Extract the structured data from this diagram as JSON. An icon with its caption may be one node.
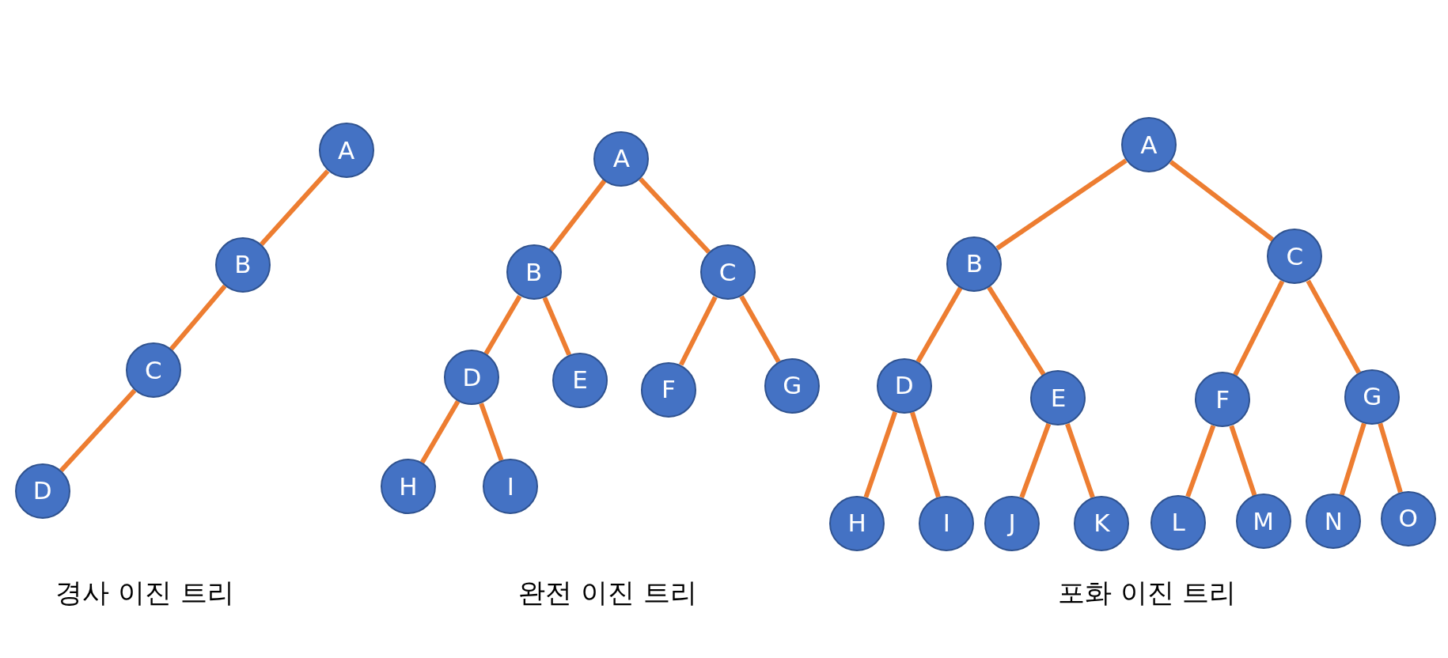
{
  "diagram": {
    "nodes": [
      {
        "text": [
          "A"
        ]
      },
      {
        "text": [
          "B"
        ]
      },
      {
        "text": [
          "C"
        ]
      },
      {
        "text": [
          "D"
        ]
      },
      {
        "text": [
          "A"
        ]
      },
      {
        "text": [
          "B"
        ]
      },
      {
        "text": [
          "C"
        ]
      },
      {
        "text": [
          "D"
        ]
      },
      {
        "text": [
          "E"
        ]
      },
      {
        "text": [
          "F"
        ]
      },
      {
        "text": [
          "G"
        ]
      },
      {
        "text": [
          "H"
        ]
      },
      {
        "text": [
          "I"
        ]
      },
      {
        "text": [
          "A"
        ]
      },
      {
        "text": [
          "B"
        ]
      },
      {
        "text": [
          "C"
        ]
      },
      {
        "text": [
          "D"
        ]
      },
      {
        "text": [
          "E"
        ]
      },
      {
        "text": [
          "F"
        ]
      },
      {
        "text": [
          "G"
        ]
      },
      {
        "text": [
          "H"
        ]
      },
      {
        "text": [
          "I"
        ]
      },
      {
        "text": [
          "J"
        ]
      },
      {
        "text": [
          "K"
        ]
      },
      {
        "text": [
          "L"
        ]
      },
      {
        "text": [
          "M"
        ]
      },
      {
        "text": [
          "N"
        ]
      },
      {
        "text": [
          "O"
        ]
      }
    ],
    "edges": [
      {
        "from": 0,
        "to": 1,
        "arrow": "none"
      },
      {
        "from": 1,
        "to": 2,
        "arrow": "none"
      },
      {
        "from": 2,
        "to": 3,
        "arrow": "none"
      },
      {
        "from": 4,
        "to": 5,
        "arrow": "none"
      },
      {
        "from": 4,
        "to": 6,
        "arrow": "none"
      },
      {
        "from": 5,
        "to": 7,
        "arrow": "none"
      },
      {
        "from": 5,
        "to": 8,
        "arrow": "none"
      },
      {
        "from": 6,
        "to": 9,
        "arrow": "none"
      },
      {
        "from": 6,
        "to": 10,
        "arrow": "none"
      },
      {
        "from": 7,
        "to": 11,
        "arrow": "none"
      },
      {
        "from": 7,
        "to": 12,
        "arrow": "none"
      },
      {
        "from": 13,
        "to": 14,
        "arrow": "none"
      },
      {
        "from": 13,
        "to": 15,
        "arrow": "none"
      },
      {
        "from": 14,
        "to": 16,
        "arrow": "none"
      },
      {
        "from": 14,
        "to": 17,
        "arrow": "none"
      },
      {
        "from": 15,
        "to": 18,
        "arrow": "none"
      },
      {
        "from": 15,
        "to": 19,
        "arrow": "none"
      },
      {
        "from": 16,
        "to": 20,
        "arrow": "none"
      },
      {
        "from": 16,
        "to": 21,
        "arrow": "none"
      },
      {
        "from": 17,
        "to": 22,
        "arrow": "none"
      },
      {
        "from": 17,
        "to": 23,
        "arrow": "none"
      },
      {
        "from": 18,
        "to": 24,
        "arrow": "none"
      },
      {
        "from": 18,
        "to": 25,
        "arrow": "none"
      },
      {
        "from": 19,
        "to": 26,
        "arrow": "none"
      },
      {
        "from": 19,
        "to": 27,
        "arrow": "none"
      }
    ],
    "labels": [
      "경사 이진 트리",
      "완전 이진 트리",
      "포화 이진 트리"
    ]
  }
}
